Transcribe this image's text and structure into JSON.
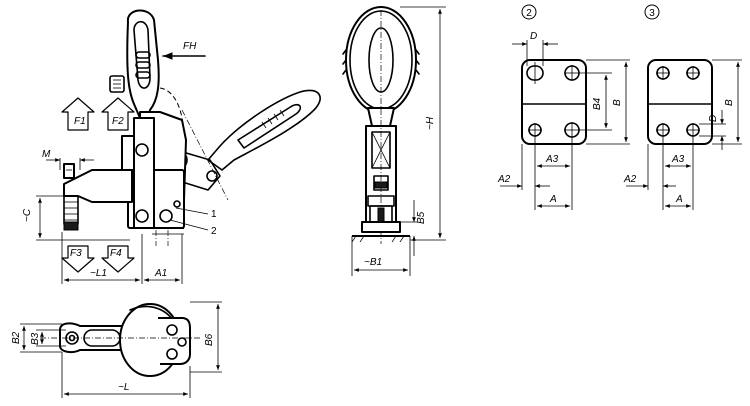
{
  "side_view": {
    "force_labels": {
      "fh": "FH",
      "f1": "F1",
      "f2": "F2",
      "f3": "F3",
      "f4": "F4"
    },
    "dims": {
      "m": "M",
      "c": "~C",
      "l1": "~L1",
      "a1": "A1"
    },
    "callouts": {
      "one": "1",
      "two": "2"
    }
  },
  "front_view": {
    "dims": {
      "h": "~H",
      "b5": "B5",
      "b1": "~B1"
    }
  },
  "top_view": {
    "dims": {
      "b2": "B2",
      "b3": "B3",
      "b6": "B6",
      "l": "~L"
    }
  },
  "variant_2": {
    "marker": "2",
    "dims": {
      "d": "D",
      "b4": "B4",
      "b": "B",
      "a3": "A3",
      "a2": "A2",
      "a": "A"
    }
  },
  "variant_3": {
    "marker": "3",
    "dims": {
      "d": "D",
      "b": "B",
      "a3": "A3",
      "a2": "A2",
      "a": "A"
    }
  }
}
